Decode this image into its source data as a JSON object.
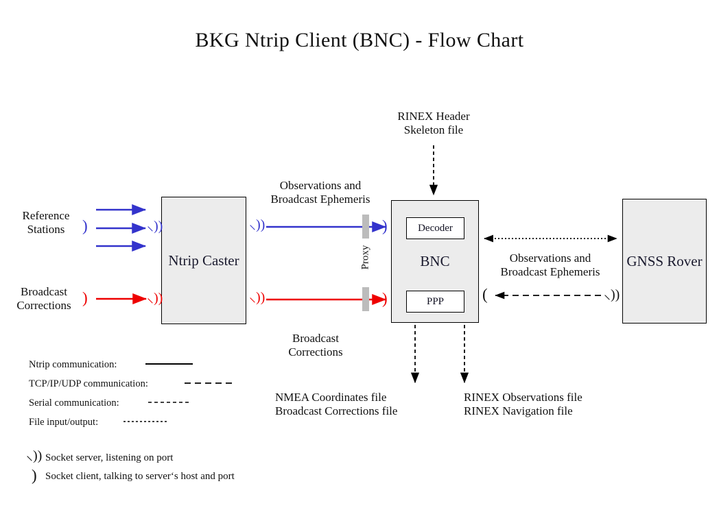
{
  "title": "BKG Ntrip Client (BNC)  -  Flow Chart",
  "colors": {
    "ntrip_blue": "#3333CC",
    "broadcast_red": "#EE0000",
    "box_fill": "#ECECEC",
    "proxy_bar": "#BCBCBC",
    "line_black": "#000000"
  },
  "nodes": {
    "ntrip_caster": {
      "label": "Ntrip\nCaster"
    },
    "bnc": {
      "label": "BNC",
      "decoder": "Decoder",
      "ppp": "PPP"
    },
    "gnss_rover": {
      "label": "GNSS\nRover"
    }
  },
  "labels": {
    "reference_stations": "Reference\nStations",
    "broadcast_corrections_in": "Broadcast\nCorrections",
    "observations_and_ephemeris_top": "Observations and\nBroadcast Ephemeris",
    "broadcast_corrections_mid": "Broadcast\nCorrections",
    "rinex_header_skeleton": "RINEX Header\nSkeleton file",
    "proxy": "Proxy",
    "observations_and_ephemeris_right": "Observations and\nBroadcast Ephemeris",
    "nmea_output": "NMEA Coordinates file\nBroadcast Corrections file",
    "rinex_output": "RINEX Observations file\nRINEX Navigation file"
  },
  "legend": {
    "lines": [
      {
        "text": "Ntrip communication:",
        "style": "solid"
      },
      {
        "text": "TCP/IP/UDP communication:",
        "style": "dashed"
      },
      {
        "text": "Serial communication:",
        "style": "dash-dot"
      },
      {
        "text": "File input/output:",
        "style": "dotted"
      }
    ],
    "sockets": [
      {
        "glyph": "socket-server-icon",
        "symbol": ")))",
        "text": "Socket server, listening on port"
      },
      {
        "glyph": "socket-client-icon",
        "symbol": ")",
        "text": "Socket client, talking to server‘s host and port"
      }
    ]
  }
}
